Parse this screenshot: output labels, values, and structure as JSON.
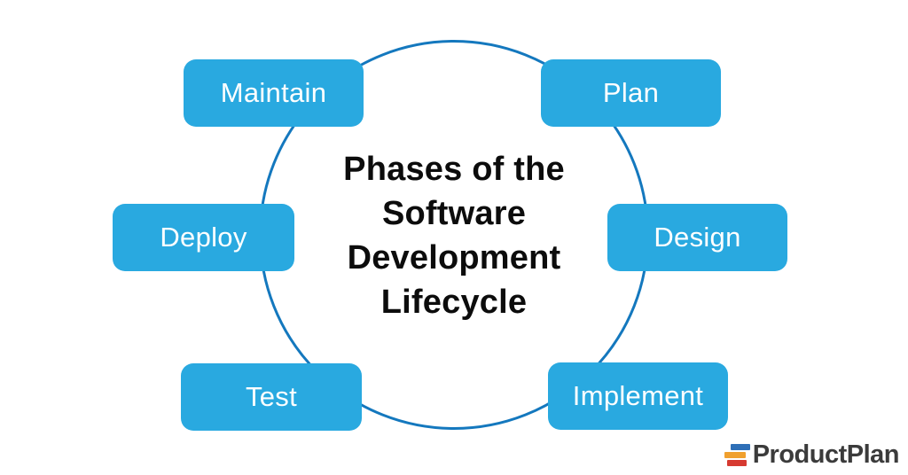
{
  "title": {
    "full": "Phases of the Software Development Lifecycle",
    "lines": [
      "Phases of the",
      "Software",
      "Development",
      "Lifecycle"
    ]
  },
  "phases": [
    {
      "label": "Maintain"
    },
    {
      "label": "Plan"
    },
    {
      "label": "Deploy"
    },
    {
      "label": "Design"
    },
    {
      "label": "Test"
    },
    {
      "label": "Implement"
    }
  ],
  "logo": {
    "text": "ProductPlan",
    "icon": "three-offset-roadmap-bars-icon"
  },
  "colors": {
    "phase_box_fill": "#29a9e0",
    "phase_box_text": "#ffffff",
    "circle_stroke": "#1478be",
    "title_text": "#0c0c0c",
    "logo_text": "#3b3b3b",
    "logo_bar_blue": "#2e6fb7",
    "logo_bar_orange": "#f0a02e",
    "logo_bar_red": "#d63a31",
    "background": "#ffffff"
  }
}
